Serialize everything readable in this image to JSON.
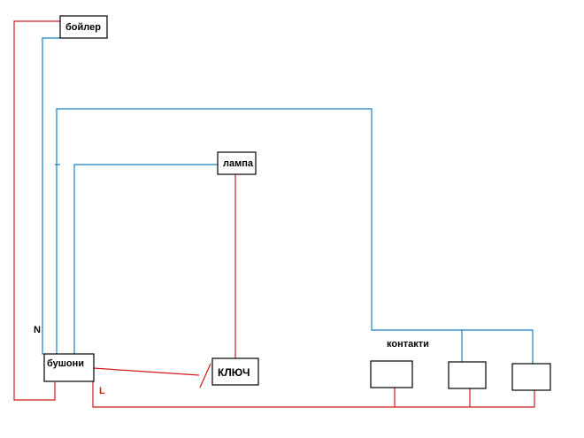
{
  "labels": {
    "boiler": "бойлер",
    "lamp": "лампа",
    "fuses": "бушони",
    "switch": "КЛЮЧ",
    "sockets": "контакти",
    "neutral": "N",
    "line": "L"
  },
  "colors": {
    "neutral_wire": "#1a7fc4",
    "line_wire": "#d11a1a",
    "box_border": "#000000"
  }
}
